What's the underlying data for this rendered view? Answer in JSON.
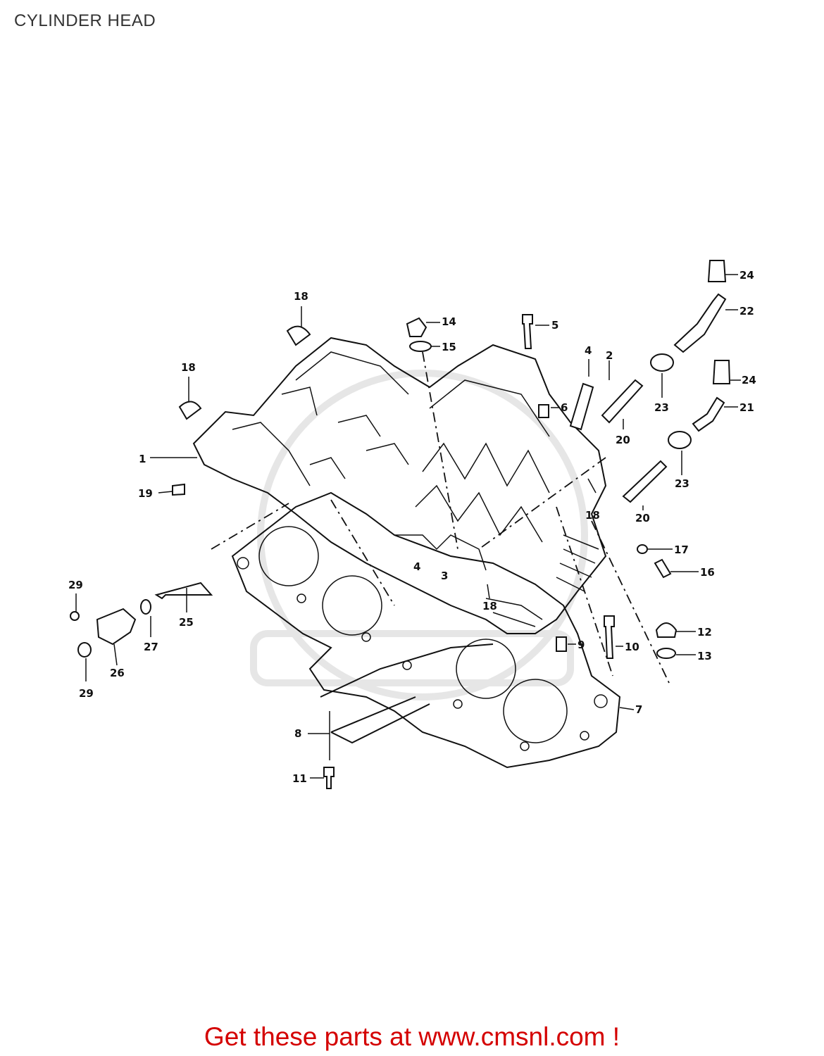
{
  "title": "CYLINDER HEAD",
  "footer": {
    "text": "Get these parts at www.cmsnl.com !"
  },
  "callouts": [
    {
      "id": "c1",
      "label": "1"
    },
    {
      "id": "c2",
      "label": "2"
    },
    {
      "id": "c3",
      "label": "3"
    },
    {
      "id": "c4a",
      "label": "4"
    },
    {
      "id": "c4b",
      "label": "4"
    },
    {
      "id": "c5",
      "label": "5"
    },
    {
      "id": "c6",
      "label": "6"
    },
    {
      "id": "c7",
      "label": "7"
    },
    {
      "id": "c8",
      "label": "8"
    },
    {
      "id": "c9",
      "label": "9"
    },
    {
      "id": "c10",
      "label": "10"
    },
    {
      "id": "c11",
      "label": "11"
    },
    {
      "id": "c12",
      "label": "12"
    },
    {
      "id": "c13",
      "label": "13"
    },
    {
      "id": "c14",
      "label": "14"
    },
    {
      "id": "c15",
      "label": "15"
    },
    {
      "id": "c16",
      "label": "16"
    },
    {
      "id": "c17",
      "label": "17"
    },
    {
      "id": "c18a",
      "label": "18"
    },
    {
      "id": "c18b",
      "label": "18"
    },
    {
      "id": "c18c",
      "label": "18"
    },
    {
      "id": "c18d",
      "label": "18"
    },
    {
      "id": "c19",
      "label": "19"
    },
    {
      "id": "c20a",
      "label": "20"
    },
    {
      "id": "c20b",
      "label": "20"
    },
    {
      "id": "c21",
      "label": "21"
    },
    {
      "id": "c22",
      "label": "22"
    },
    {
      "id": "c23a",
      "label": "23"
    },
    {
      "id": "c23b",
      "label": "23"
    },
    {
      "id": "c24a",
      "label": "24"
    },
    {
      "id": "c24b",
      "label": "24"
    },
    {
      "id": "c25",
      "label": "25"
    },
    {
      "id": "c26",
      "label": "26"
    },
    {
      "id": "c27",
      "label": "27"
    },
    {
      "id": "c29a",
      "label": "29"
    },
    {
      "id": "c29b",
      "label": "29"
    }
  ]
}
